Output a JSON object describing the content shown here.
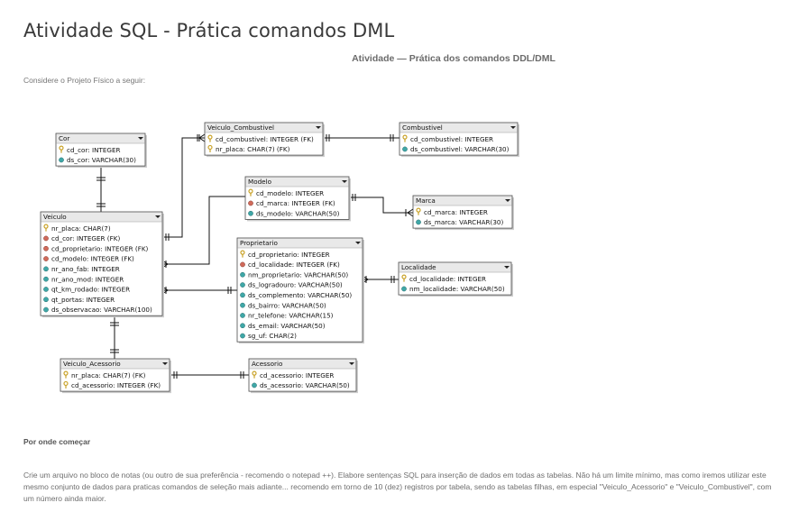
{
  "page": {
    "title": "Atividade SQL - Prática comandos DML",
    "subtitle": "Atividade — Prática dos comandos DDL/DML",
    "intro": "Considere o Projeto Físico a seguir:",
    "section_title": "Por onde começar",
    "paragraph": "Crie um arquivo no bloco de notas (ou outro de sua preferência - recomendo o notepad ++). Elabore sentenças SQL para inserção de dados em todas as tabelas. Não há um limite mínimo, mas como iremos utilizar este mesmo conjunto de dados para praticas comandos de seleção mais adiante... recomendo em torno de 10 (dez) registros por tabela, sendo as tabelas filhas, em especial \"Veiculo_Acessorio\" e \"Veiculo_Combustivel\", com um número ainda maior."
  },
  "diagram": {
    "tables": [
      {
        "id": "cor",
        "name": "Cor",
        "columns": [
          {
            "text": "cd_cor: INTEGER",
            "icon": "key-icon"
          },
          {
            "text": "ds_cor: VARCHAR(30)",
            "icon": "attr-icon"
          }
        ]
      },
      {
        "id": "veiculo",
        "name": "Veiculo",
        "columns": [
          {
            "text": "nr_placa: CHAR(7)",
            "icon": "key-icon"
          },
          {
            "text": "cd_cor: INTEGER (FK)",
            "icon": "fk-icon"
          },
          {
            "text": "cd_proprietario: INTEGER (FK)",
            "icon": "fk-icon"
          },
          {
            "text": "cd_modelo: INTEGER (FK)",
            "icon": "fk-icon"
          },
          {
            "text": "nr_ano_fab: INTEGER",
            "icon": "attr-icon"
          },
          {
            "text": "nr_ano_mod: INTEGER",
            "icon": "attr-icon"
          },
          {
            "text": "qt_km_rodado: INTEGER",
            "icon": "attr-icon"
          },
          {
            "text": "qt_portas: INTEGER",
            "icon": "attr-icon"
          },
          {
            "text": "ds_observacao: VARCHAR(100)",
            "icon": "attr-icon"
          }
        ]
      },
      {
        "id": "veiculo_combustivel",
        "name": "Veiculo_Combustivel",
        "columns": [
          {
            "text": "cd_combustivel: INTEGER (FK)",
            "icon": "key-icon"
          },
          {
            "text": "nr_placa: CHAR(7) (FK)",
            "icon": "key-icon"
          }
        ]
      },
      {
        "id": "combustivel",
        "name": "Combustivel",
        "columns": [
          {
            "text": "cd_combustivel: INTEGER",
            "icon": "key-icon"
          },
          {
            "text": "ds_combustivel: VARCHAR(30)",
            "icon": "attr-icon"
          }
        ]
      },
      {
        "id": "modelo",
        "name": "Modelo",
        "columns": [
          {
            "text": "cd_modelo: INTEGER",
            "icon": "key-icon"
          },
          {
            "text": "cd_marca: INTEGER (FK)",
            "icon": "fk-icon"
          },
          {
            "text": "ds_modelo: VARCHAR(50)",
            "icon": "attr-icon"
          }
        ]
      },
      {
        "id": "marca",
        "name": "Marca",
        "columns": [
          {
            "text": "cd_marca: INTEGER",
            "icon": "key-icon"
          },
          {
            "text": "ds_marca: VARCHAR(30)",
            "icon": "attr-icon"
          }
        ]
      },
      {
        "id": "proprietario",
        "name": "Proprietario",
        "columns": [
          {
            "text": "cd_proprietario: INTEGER",
            "icon": "key-icon"
          },
          {
            "text": "cd_localidade: INTEGER (FK)",
            "icon": "fk-icon"
          },
          {
            "text": "nm_proprietario: VARCHAR(50)",
            "icon": "attr-icon"
          },
          {
            "text": "ds_logradouro: VARCHAR(50)",
            "icon": "attr-icon"
          },
          {
            "text": "ds_complemento: VARCHAR(50)",
            "icon": "attr-icon"
          },
          {
            "text": "ds_bairro: VARCHAR(50)",
            "icon": "attr-icon"
          },
          {
            "text": "nr_telefone: VARCHAR(15)",
            "icon": "attr-icon"
          },
          {
            "text": "ds_email: VARCHAR(50)",
            "icon": "attr-icon"
          },
          {
            "text": "sg_uf: CHAR(2)",
            "icon": "attr-icon"
          }
        ]
      },
      {
        "id": "localidade",
        "name": "Localidade",
        "columns": [
          {
            "text": "cd_localidade: INTEGER",
            "icon": "key-icon"
          },
          {
            "text": "nm_localidade: VARCHAR(50)",
            "icon": "attr-icon"
          }
        ]
      },
      {
        "id": "veiculo_acessorio",
        "name": "Veiculo_Acessorio",
        "columns": [
          {
            "text": "nr_placa: CHAR(7) (FK)",
            "icon": "key-icon"
          },
          {
            "text": "cd_acessorio: INTEGER (FK)",
            "icon": "key-icon"
          }
        ]
      },
      {
        "id": "acessorio",
        "name": "Acessorio",
        "columns": [
          {
            "text": "cd_acessorio: INTEGER",
            "icon": "key-icon"
          },
          {
            "text": "ds_acessorio: VARCHAR(50)",
            "icon": "attr-icon"
          }
        ]
      }
    ],
    "colors": {
      "header_bg": "#e9e9e9",
      "border": "#4a4a4a",
      "key_icon": "#c9a227",
      "fk_icon": "#d06a5a",
      "attr_icon": "#3fa7a7",
      "line": "#111111"
    }
  }
}
